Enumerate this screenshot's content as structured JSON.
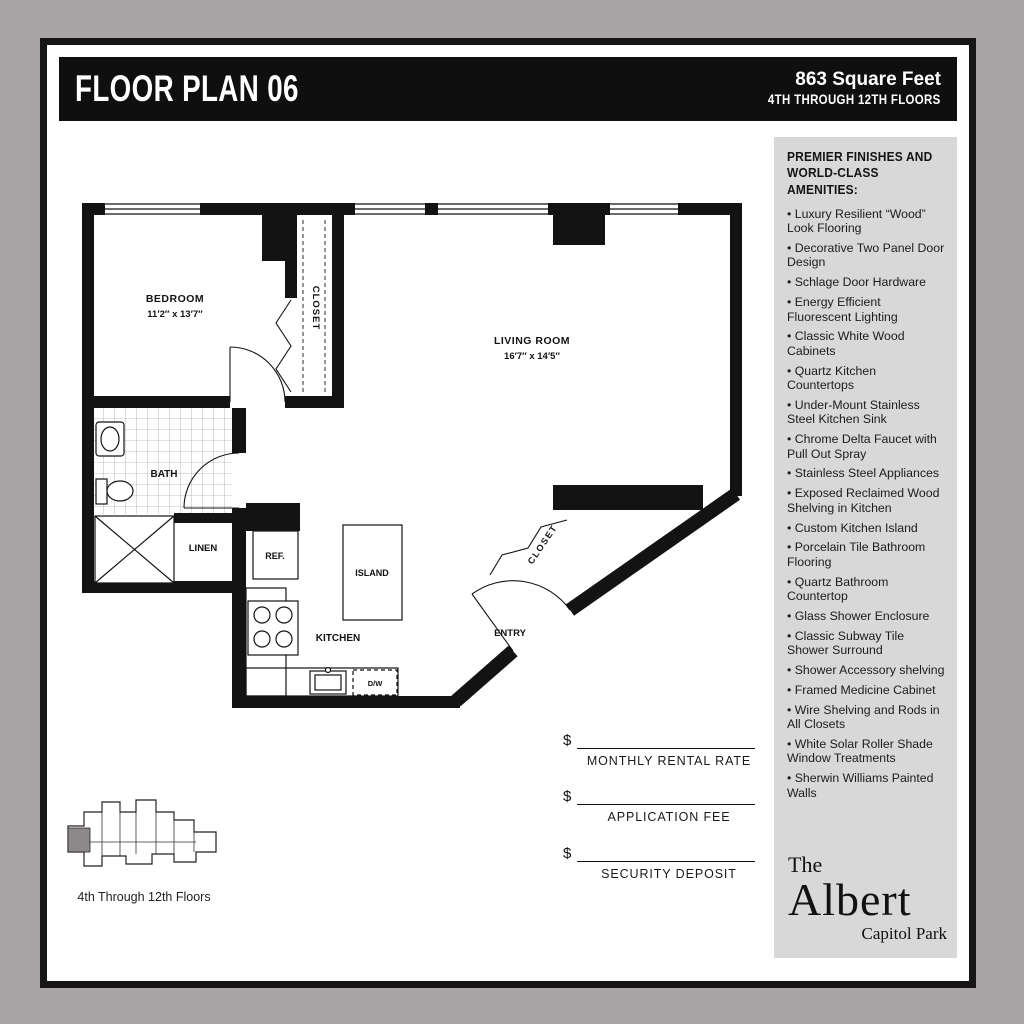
{
  "header": {
    "title": "FLOOR PLAN 06",
    "sqft": "863 Square Feet",
    "floors": "4TH THROUGH 12TH FLOORS"
  },
  "sidebar": {
    "heading": "PREMIER FINISHES AND WORLD-CLASS AMENITIES:",
    "amenities": [
      "Luxury Resilient “Wood” Look Flooring",
      "Decorative Two Panel Door Design",
      "Schlage Door Hardware",
      "Energy Efficient Fluorescent Lighting",
      "Classic White Wood Cabinets",
      "Quartz Kitchen Countertops",
      "Under-Mount Stainless Steel Kitchen Sink",
      "Chrome Delta Faucet with Pull Out Spray",
      "Stainless Steel Appliances",
      "Exposed Reclaimed Wood Shelving in Kitchen",
      "Custom Kitchen Island",
      "Porcelain Tile Bathroom Flooring",
      "Quartz Bathroom Countertop",
      "Glass Shower Enclosure",
      "Classic Subway Tile Shower Surround",
      "Shower Accessory shelving",
      "Framed Medicine Cabinet",
      "Wire Shelving and Rods in All Closets",
      "White Solar Roller Shade Window Treatments",
      "Sherwin Williams Painted Walls"
    ]
  },
  "plan": {
    "bedroom": {
      "name": "BEDROOM",
      "dims": "11′2″ x 13′7″"
    },
    "living": {
      "name": "LIVING ROOM",
      "dims": "16′7″ x 14′5″"
    },
    "bath": "BATH",
    "closet": "CLOSET",
    "linen": "LINEN",
    "ref": "REF.",
    "island": "ISLAND",
    "kitchen": "KITCHEN",
    "entry": "ENTRY",
    "entry_closet": "CLOSET",
    "dw": "D/W"
  },
  "pricing": {
    "currency": "$",
    "rows": [
      {
        "label": "MONTHLY RENTAL RATE"
      },
      {
        "label": "APPLICATION FEE"
      },
      {
        "label": "SECURITY DEPOSIT"
      }
    ]
  },
  "footprint": {
    "caption": "4th Through 12th Floors"
  },
  "logo": {
    "the": "The",
    "name": "Albert",
    "sub": "Capitol Park"
  }
}
